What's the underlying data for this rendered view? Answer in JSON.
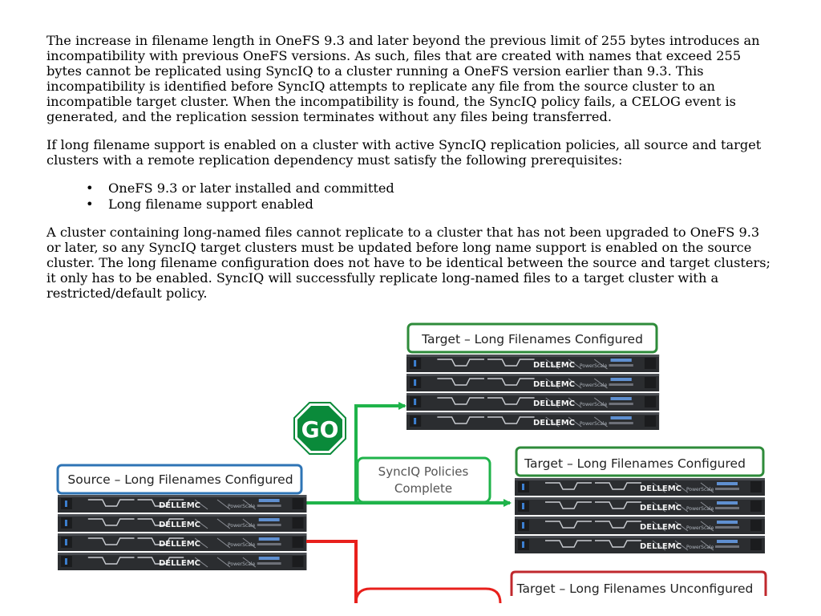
{
  "paragraphs": [
    "The increase in filename length in OneFS 9.3 and later beyond the previous limit of 255 bytes introduces an incompatibility with previous OneFS versions. As such, files that are created with names that exceed 255 bytes cannot be replicated using SyncIQ to a cluster running a OneFS version earlier than 9.3. This incompatibility is identified before SyncIQ attempts to replicate any file from the source cluster to an incompatible target cluster. When the incompatibility is found, the SyncIQ policy fails, a CELOG event is generated, and the replication session terminates without any files being transferred.",
    "If long filename support is enabled on a cluster with active SyncIQ replication policies, all source and target clusters with a remote replication dependency must satisfy the following prerequisites:",
    "A cluster containing long-named files cannot replicate to a cluster that has not been upgraded to OneFS 9.3 or later, so any SyncIQ target clusters must be updated before long name support is enabled on the source cluster. The long filename configuration does not have to be identical between the source and target clusters; it only has to be enabled. SyncIQ will successfully replicate long-named files to a target cluster with a restricted/default policy."
  ],
  "prerequisites": [
    "OneFS 9.3 or later installed and committed",
    "Long filename support enabled"
  ],
  "diagram": {
    "source_label": "Source – Long Filenames Configured",
    "target1_label": "Target – Long Filenames Configured",
    "target2_label": "Target – Long Filenames Configured",
    "target3_label": "Target – Long Filenames Unconfigured",
    "go_sign": "GO",
    "policy_status_line1": "SyncIQ Policies",
    "policy_status_line2": "Complete",
    "server_brand": "DELLEMC",
    "server_model": "PowerScale",
    "colors": {
      "source_border": "#2e74b5",
      "target_ok_border": "#2e8b3a",
      "target_bad_border": "#c0282d",
      "go_green": "#0a8a3a",
      "arrow_green": "#1fb34a",
      "arrow_red": "#e8201c"
    }
  }
}
